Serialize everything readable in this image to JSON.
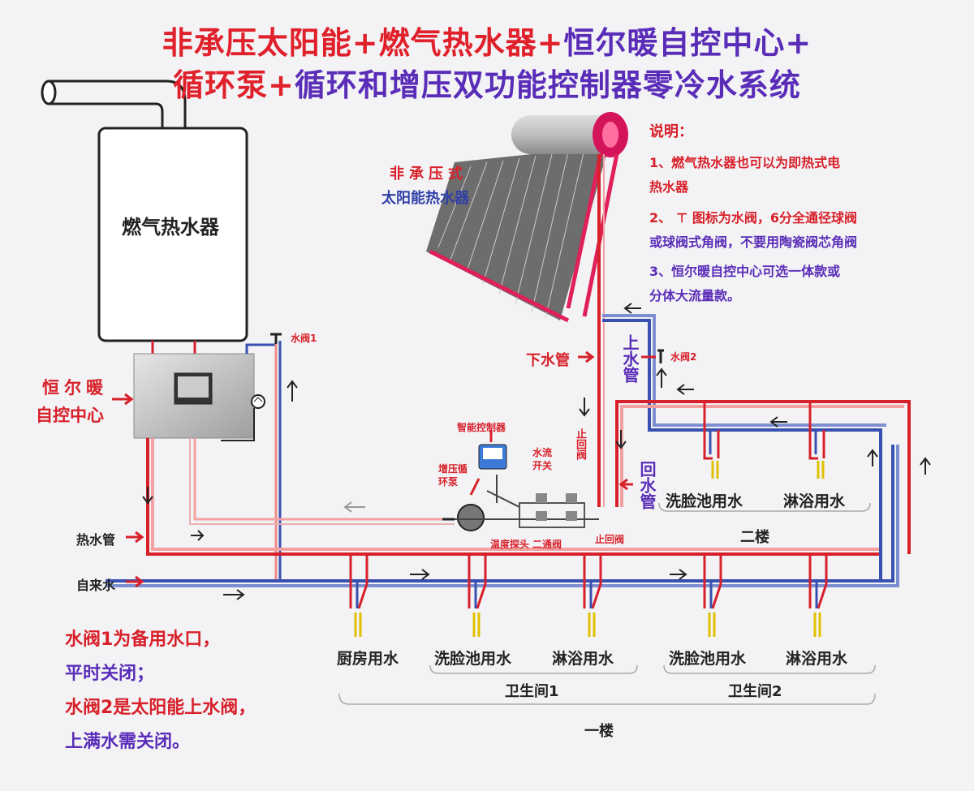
{
  "title": {
    "line1_a": "非承压太阳能+燃气热水器+",
    "line1_b": "恒尔暖自控中心+",
    "line2_a": "循环泵+",
    "line2_b": "循环和增压双功能控制器零冷水系统"
  },
  "heater_label": "燃气热水器",
  "solar_label_1": "非承压式",
  "solar_label_2": "太阳能热水器",
  "controller_label_1": "恒尔暖",
  "controller_label_2": "自控中心",
  "valve1": "水阀1",
  "valve2": "水阀2",
  "down_pipe": "下水管",
  "up_pipe": "上水管",
  "return_pipe": "回水管",
  "smart_controller": "智能控制器",
  "boost_pump": "增压循环泵",
  "flow_switch": "水流开关",
  "check_valve_v": "止回阀",
  "check_valve_h": "止回阀",
  "temp_probe": "温度探头",
  "two_way_valve": "二通阀",
  "hot_pipe": "热水管",
  "tap_water": "自来水",
  "floor2": {
    "label": "二楼",
    "fixtures": [
      "洗脸池用水",
      "淋浴用水"
    ]
  },
  "floor1": {
    "label": "一楼",
    "kitchen": "厨房用水",
    "bath1": {
      "label": "卫生间1",
      "fixtures": [
        "洗脸池用水",
        "淋浴用水"
      ]
    },
    "bath2": {
      "label": "卫生间2",
      "fixtures": [
        "洗脸池用水",
        "淋浴用水"
      ]
    }
  },
  "notes": {
    "heading": "说明：",
    "n1a": "1、燃气热水器也可以为即热式电",
    "n1b": "热水器",
    "n2a": "2、 ⊤ 图标为水阀，6分全通径球阀",
    "n2b": "或球阀式角阀，不要用陶瓷阀芯角阀",
    "n3a": "3、恒尔暖自控中心可选一体款或",
    "n3b": "分体大流量款。"
  },
  "bottom_notes": {
    "l1": "水阀1为备用水口，",
    "l2": "平时关闭；",
    "l3": "水阀2是太阳能上水阀，",
    "l4": "上满水需关闭。"
  },
  "colors": {
    "hot": "#d8202a",
    "cold": "#3850b0",
    "purple": "#5a2db8"
  }
}
